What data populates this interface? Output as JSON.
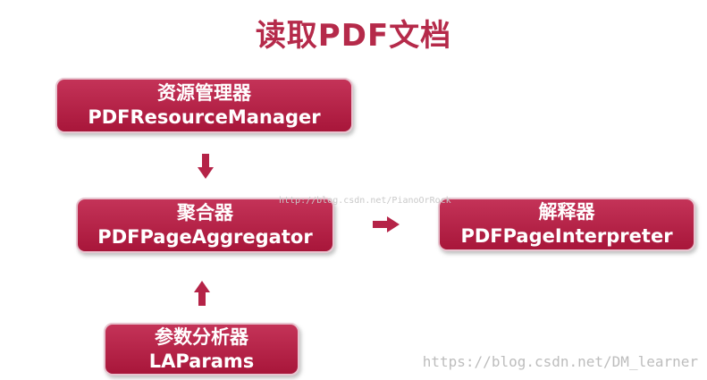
{
  "title": "读取PDF文档",
  "nodes": {
    "resource_manager": {
      "cn": "资源管理器",
      "en": "PDFResourceManager"
    },
    "page_aggregator": {
      "cn": "聚合器",
      "en": "PDFPageAggregator"
    },
    "page_interpreter": {
      "cn": "解释器",
      "en": "PDFPageInterpreter"
    },
    "laparams": {
      "cn": "参数分析器",
      "en": "LAParams"
    }
  },
  "edges": [
    {
      "from": "resource_manager",
      "to": "page_aggregator",
      "direction": "down"
    },
    {
      "from": "laparams",
      "to": "page_aggregator",
      "direction": "up"
    },
    {
      "from": "page_aggregator",
      "to": "page_interpreter",
      "direction": "right"
    }
  ],
  "watermarks": {
    "middle": "http://blog.csdn.net/PianoOrRock",
    "bottom": "https://blog.csdn.net/DM_learner"
  },
  "colors": {
    "box_fill": "#b52347",
    "title": "#b52a4a",
    "arrow": "#b52347"
  }
}
